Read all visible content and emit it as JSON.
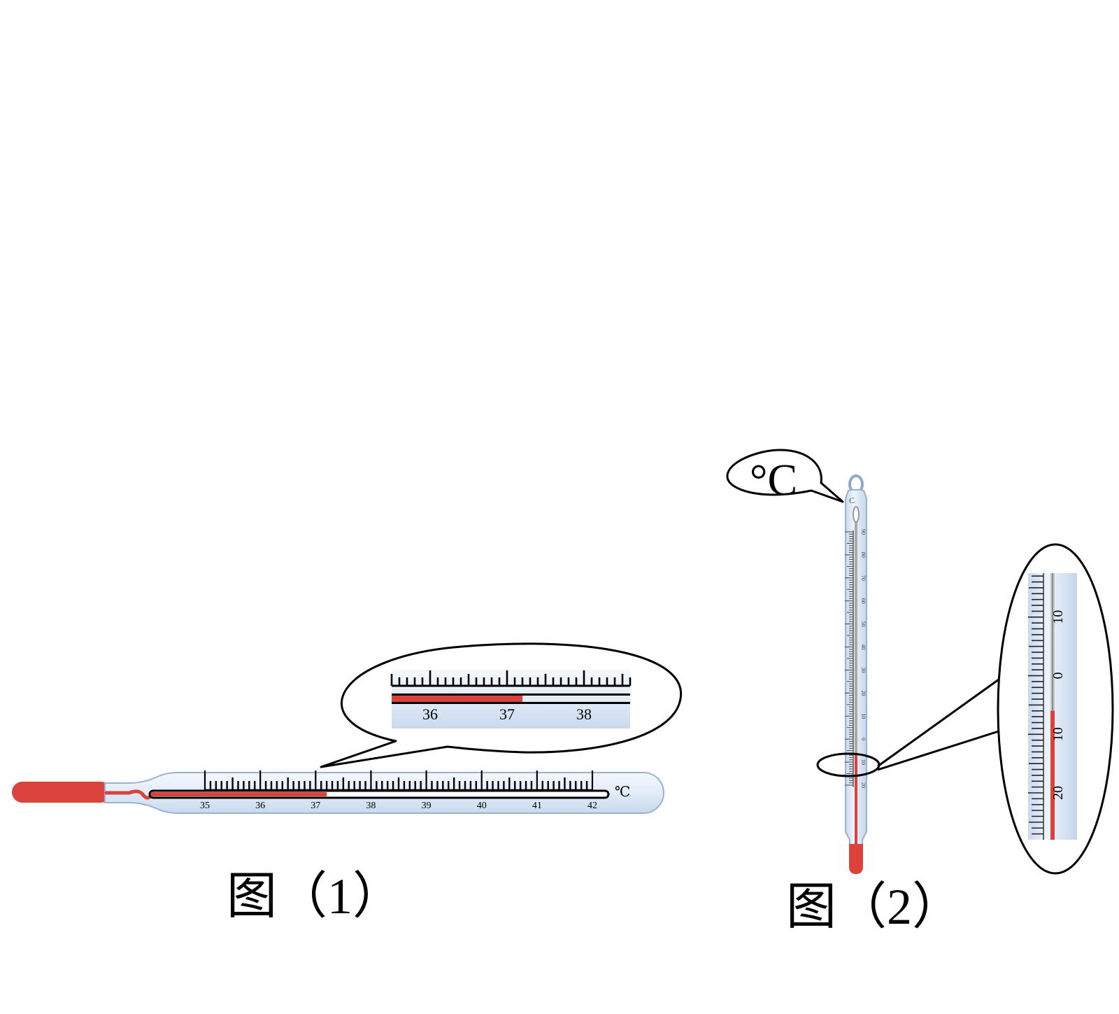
{
  "figure1": {
    "caption": "图（1）",
    "unit": "℃",
    "scale": {
      "min": 35,
      "max": 42,
      "labels": [
        "35",
        "36",
        "37",
        "38",
        "39",
        "40",
        "41",
        "42"
      ],
      "minor_per_degree": 10
    },
    "reading": 37.2,
    "zoom": {
      "labels": [
        "36",
        "37",
        "38"
      ],
      "min": 35.5,
      "max": 38.6
    },
    "colors": {
      "liquid": "#d9433c",
      "glass": "#e4eef9",
      "glass_edge": "#9bb2cf"
    }
  },
  "figure2": {
    "caption": "图（2）",
    "unit": "°C",
    "top_unit": "C",
    "scale": {
      "labels": [
        "90",
        "80",
        "70",
        "60",
        "50",
        "40",
        "30",
        "20",
        "10",
        "0",
        "10",
        "20"
      ],
      "values": [
        90,
        80,
        70,
        60,
        50,
        40,
        30,
        20,
        10,
        0,
        -10,
        -20
      ]
    },
    "reading": -6,
    "zoom": {
      "labels": [
        "10",
        "0",
        "10",
        "20"
      ],
      "values": [
        10,
        0,
        -10,
        -20
      ]
    },
    "colors": {
      "liquid": "#d9433c",
      "glass": "#e4eef9",
      "glass_edge": "#9bb2cf"
    }
  }
}
